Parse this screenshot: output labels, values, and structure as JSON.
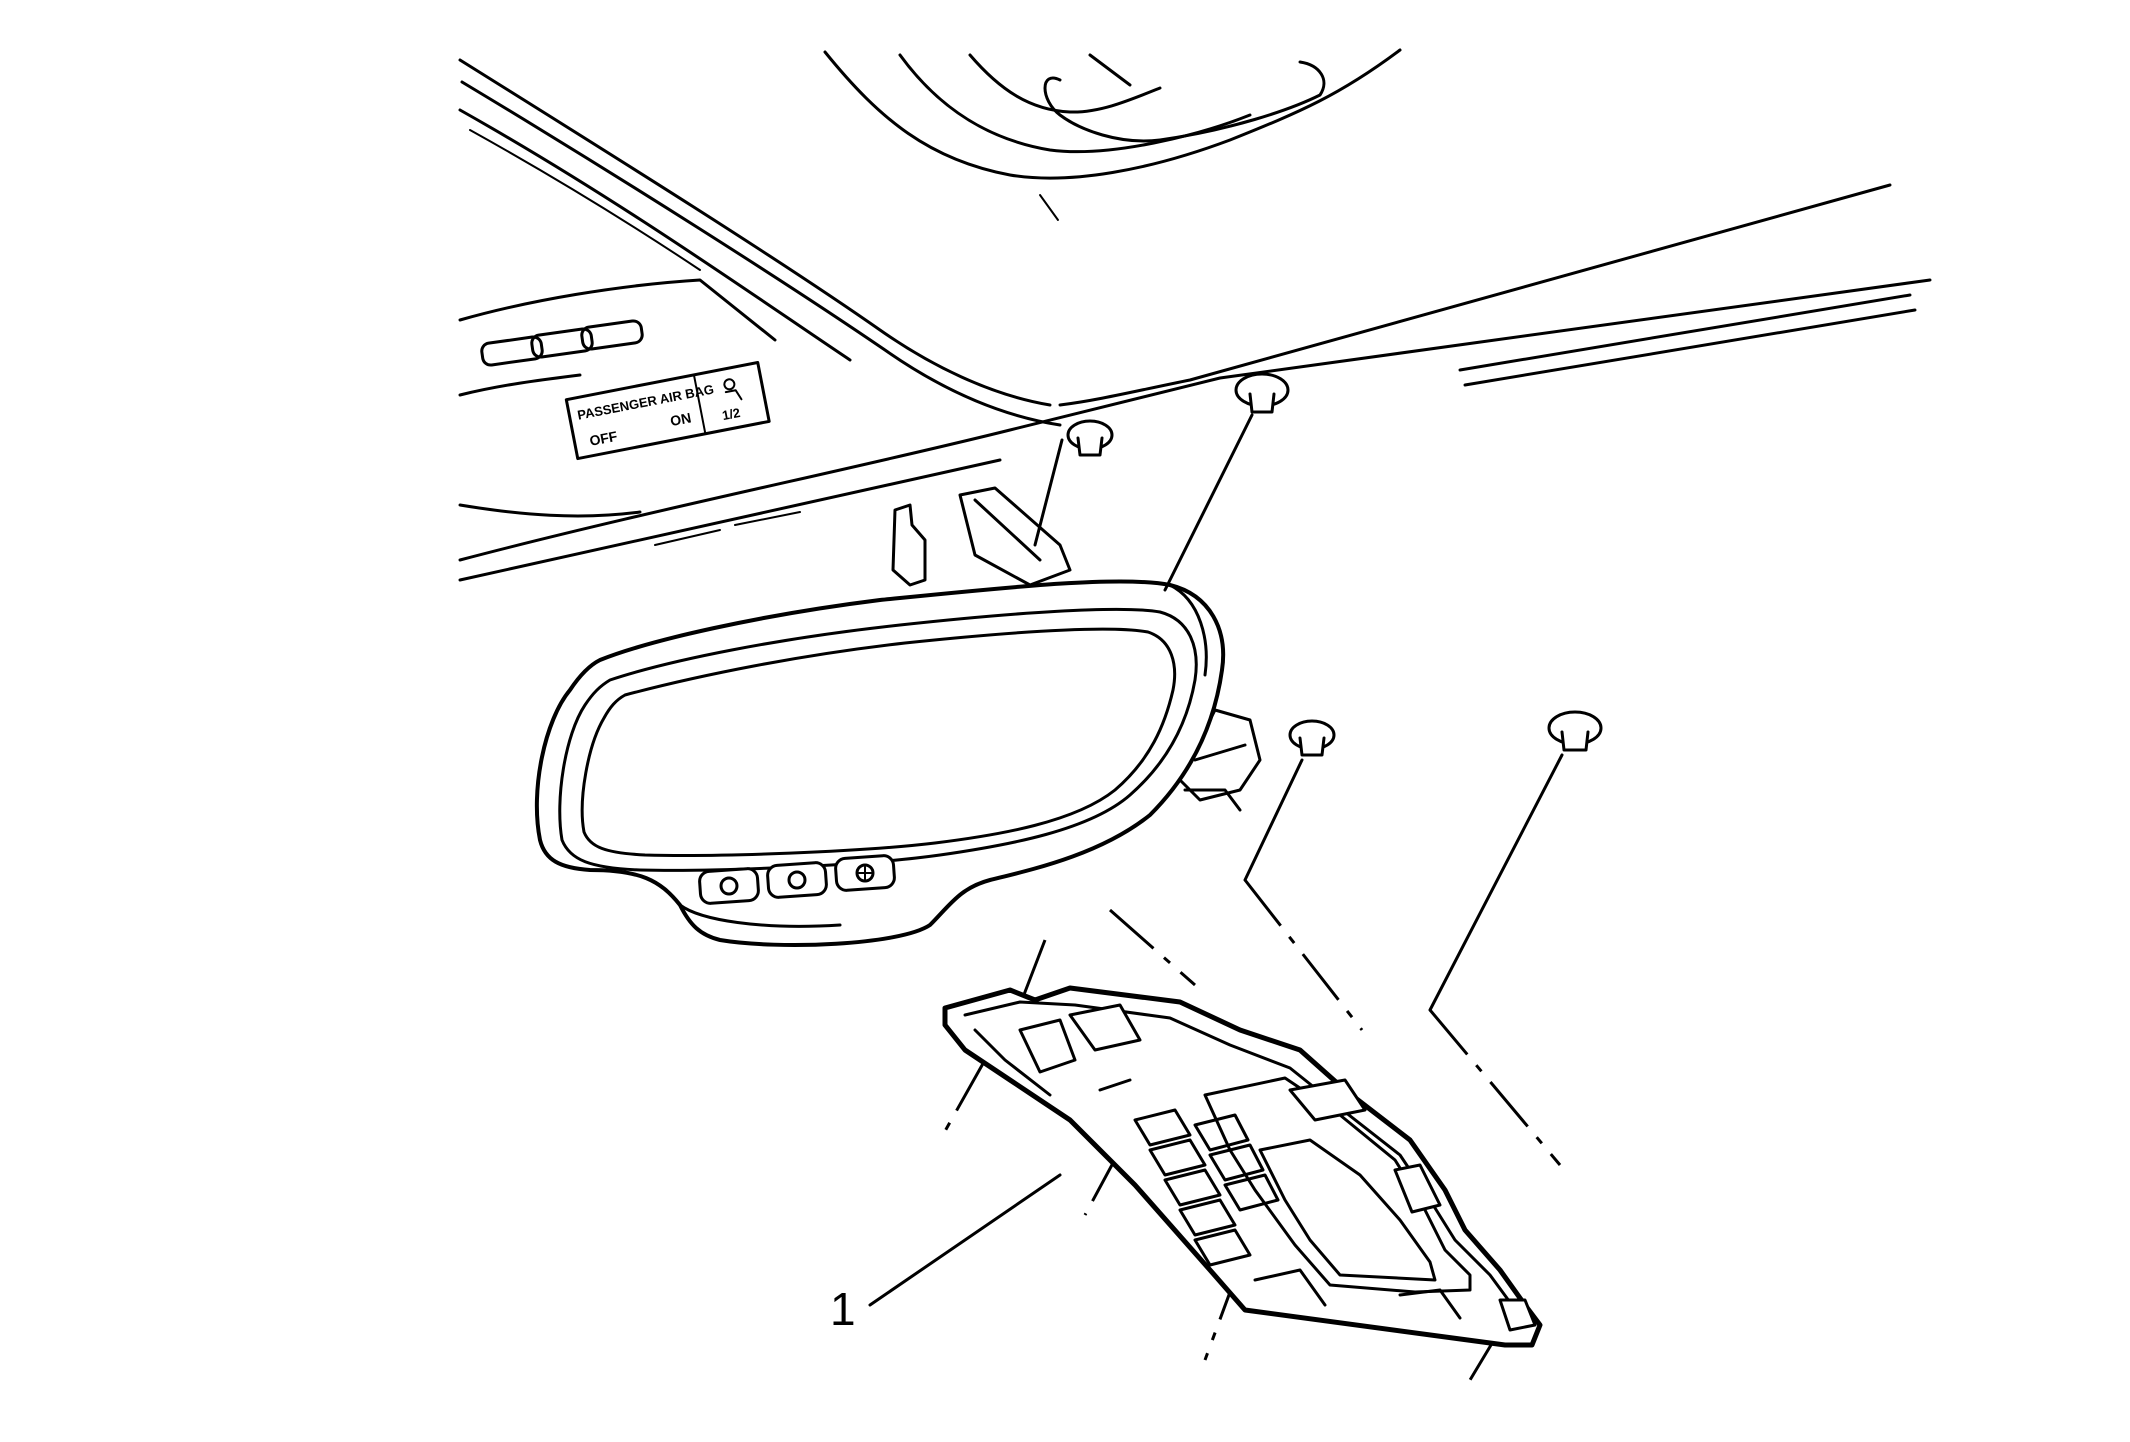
{
  "diagram": {
    "callouts": [
      {
        "id": "1",
        "text": "1"
      }
    ],
    "airbag_label": {
      "line1": "PASSENGER AIR BAG",
      "off_text": "OFF",
      "on_text": "ON",
      "seat_text": "1/2"
    }
  }
}
